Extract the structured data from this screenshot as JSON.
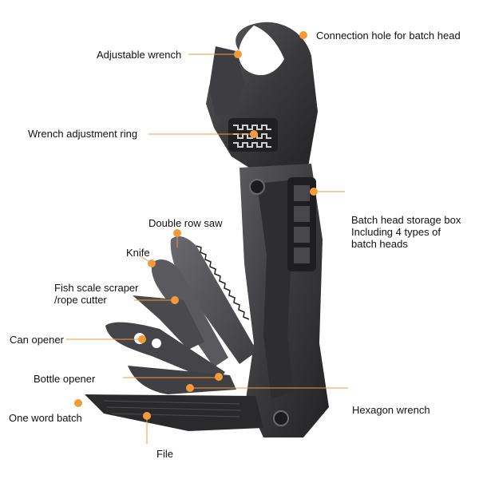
{
  "accent_color": "#f39a3c",
  "tool_color": "#3c3c3e",
  "labels": {
    "connection_hole": "Connection hole for batch head",
    "adjustable_wrench": "Adjustable wrench",
    "adjustment_ring": "Wrench adjustment ring",
    "storage_box": "Batch head storage box\nIncluding 4 types of\nbatch heads",
    "double_row_saw": "Double row saw",
    "knife": "Knife",
    "scraper": "Fish scale scraper\n/rope cutter",
    "can_opener": "Can opener",
    "bottle_opener": "Bottle opener",
    "hexagon_wrench": "Hexagon wrench",
    "one_word_batch": "One word batch",
    "file": "File"
  }
}
